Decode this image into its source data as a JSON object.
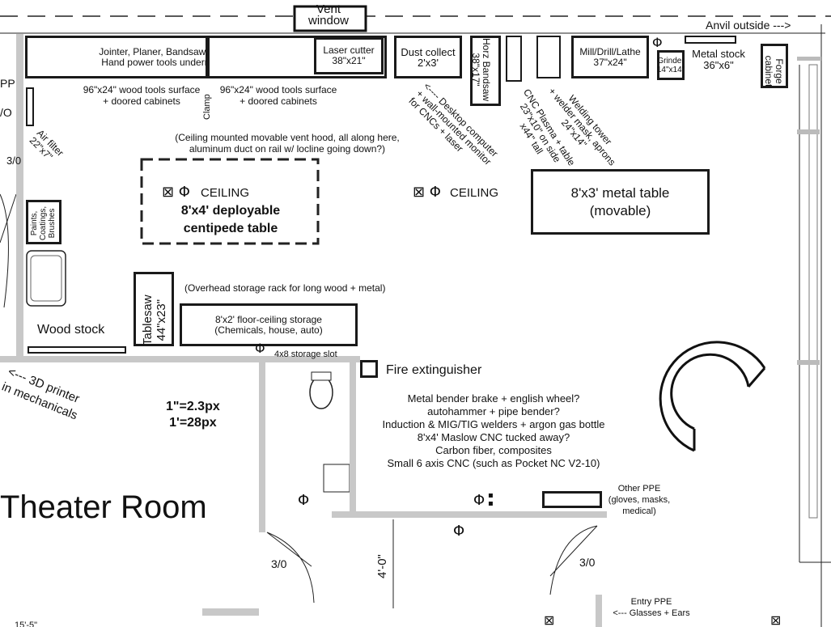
{
  "labels": {
    "vent_window": "Vent window",
    "anvil_outside": "Anvil outside --->",
    "jointer_group": "Jointer, Planer, Bandsaw, Drill, Sander, Miter Saw",
    "hand_power_tools": "Hand power tools underneath",
    "laser_cutter": "Laser cutter",
    "laser_cutter_size": "38\"x21\"",
    "dust_collect": "Dust collect",
    "dust_collect_size": "2'x3'",
    "horz_bandsaw": "Horz Bandsaw",
    "horz_bandsaw_size": "38\"x17\"",
    "mill_drill_lathe": "Mill/Drill/Lathe",
    "mill_drill_lathe_size": "37\"x24\"",
    "grinder": "Grinder",
    "grinder_size": "14\"x14\"",
    "metal_stock": "Metal stock",
    "metal_stock_size": "36\"x6\"",
    "forge_cabinet": "Forge cabinet",
    "wood_surface_1": "96\"x24\" wood tools surface",
    "doored_cabinets_1": "+ doored cabinets",
    "wood_surface_2": "96\"x24\" wood tools surface",
    "doored_cabinets_2": "+ doored cabinets",
    "clamp": "Clamp",
    "air_filter": "Air filter",
    "air_filter_size": "22\"x7\"",
    "vent_hood_1": "(Ceiling mounted movable vent hood, all along here,",
    "vent_hood_2": "aluminum duct on rail w/ locline going down?)",
    "desktop_1": "<---- Desktop computer",
    "desktop_2": "+ wall-mounted monitor",
    "desktop_3": "for CNCs + laser",
    "welding_1": "Welding tower",
    "welding_2": "+ welder mask, aprons",
    "welding_3": "24\"x14\"",
    "cnc_plasma_1": "CNC Plasma + table",
    "cnc_plasma_2": "23\"x10\" on side",
    "cnc_plasma_3": "x44\" tall",
    "ceiling_1": "CEILING",
    "ceiling_2": "CEILING",
    "centipede_1": "8'x4' deployable",
    "centipede_2": "centipede table",
    "metal_table_1": "8'x3' metal table",
    "metal_table_2": "(movable)",
    "paints": "Paints, Coatings, Brushes",
    "tablesaw": "Tablesaw",
    "tablesaw_size": "44\"x23\"",
    "overhead_rack": "(Overhead storage rack for long wood + metal)",
    "floor_storage_1": "8'x2' floor-ceiling storage",
    "floor_storage_2": "(Chemicals, house, auto)",
    "wood_stock": "Wood stock",
    "storage_slot": "4x8 storage slot",
    "fire_extinguisher": "Fire extinguisher",
    "printer_1": "<--- 3D printer",
    "printer_2": "in mechanicals",
    "scale_1": "1\"=2.3px",
    "scale_2": "1'=28px",
    "ideas": [
      "Metal bender brake + english wheel?",
      "autohammer + pipe bender?",
      "Induction & MIG/TIG welders + argon gas bottle",
      "8'x4' Maslow CNC tucked away?",
      "Carbon fiber, composites",
      "Small 6 axis CNC (such as Pocket NC V2-10)"
    ],
    "other_ppe_1": "Other PPE",
    "other_ppe_2": "(gloves, masks,",
    "other_ppe_3": "medical)",
    "theater_room": "Theater Room",
    "door_30_left": "3/0",
    "door_30_mid": "3/0",
    "door_30_right": "3/0",
    "dim_40": "4'-0\"",
    "entry_ppe_1": "Entry PPE",
    "entry_ppe_2": "<--- Glasses + Ears",
    "pp_fragment": "PP",
    "o_fragment": "/O",
    "bottom_fragment": "15'-5\""
  }
}
